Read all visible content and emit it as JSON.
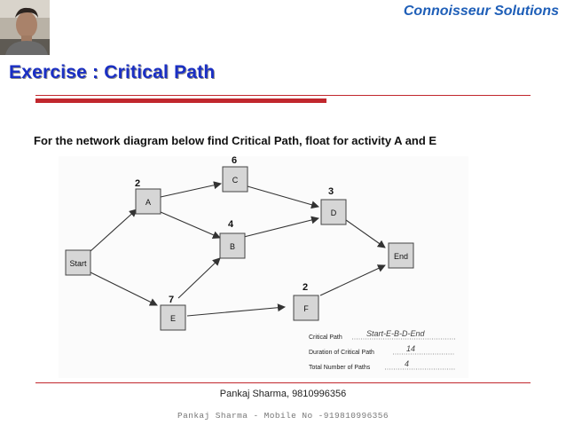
{
  "header": {
    "company": "Connoisseur Solutions",
    "title": "Exercise : Critical Path"
  },
  "instruction": "For the network diagram below find Critical Path, float for activity A and E",
  "diagram": {
    "nodes": [
      {
        "id": "start",
        "label": "Start",
        "duration": ""
      },
      {
        "id": "a",
        "label": "A",
        "duration": "2"
      },
      {
        "id": "c",
        "label": "C",
        "duration": "6"
      },
      {
        "id": "b",
        "label": "B",
        "duration": "4"
      },
      {
        "id": "d",
        "label": "D",
        "duration": "3"
      },
      {
        "id": "e",
        "label": "E",
        "duration": "7"
      },
      {
        "id": "f",
        "label": "F",
        "duration": "2"
      },
      {
        "id": "end",
        "label": "End",
        "duration": ""
      }
    ],
    "edges": [
      [
        "start",
        "a"
      ],
      [
        "start",
        "e"
      ],
      [
        "a",
        "c"
      ],
      [
        "a",
        "b"
      ],
      [
        "c",
        "d"
      ],
      [
        "b",
        "d"
      ],
      [
        "e",
        "b"
      ],
      [
        "e",
        "f"
      ],
      [
        "d",
        "end"
      ],
      [
        "f",
        "end"
      ]
    ],
    "answers": {
      "critical_path_label": "Critical Path",
      "critical_path_value": "Start-E-B-D-End",
      "duration_label": "Duration of Critical Path",
      "duration_value": "14",
      "paths_label": "Total Number of Paths",
      "paths_value": "4"
    }
  },
  "footer": {
    "presenter": "Pankaj Sharma, 9810996356",
    "contact": "Pankaj Sharma - Mobile No -919810996356"
  }
}
